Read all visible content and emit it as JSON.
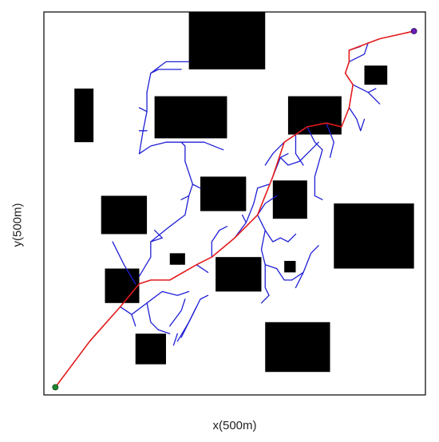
{
  "title": "",
  "xlabel": "x(500m)",
  "ylabel": "y(500m)",
  "colors": {
    "frame": "#000000",
    "obstacle": "#000000",
    "tree": "#1f1fd6",
    "path": "#e31a1c",
    "start": "#1b8a2e",
    "goal": "#6a1fb8"
  },
  "chart_data": {
    "type": "scatter",
    "xlim": [
      0,
      1
    ],
    "ylim": [
      0,
      1
    ],
    "grid": false,
    "start": [
      0.03,
      0.02
    ],
    "goal": [
      0.97,
      0.95
    ],
    "obstacles": [
      [
        0.38,
        0.85,
        0.58,
        1.0
      ],
      [
        0.08,
        0.66,
        0.13,
        0.8
      ],
      [
        0.29,
        0.67,
        0.48,
        0.78
      ],
      [
        0.64,
        0.68,
        0.78,
        0.78
      ],
      [
        0.84,
        0.81,
        0.9,
        0.86
      ],
      [
        0.15,
        0.42,
        0.27,
        0.52
      ],
      [
        0.41,
        0.48,
        0.53,
        0.57
      ],
      [
        0.6,
        0.46,
        0.69,
        0.56
      ],
      [
        0.76,
        0.33,
        0.97,
        0.5
      ],
      [
        0.33,
        0.34,
        0.37,
        0.37
      ],
      [
        0.45,
        0.27,
        0.57,
        0.36
      ],
      [
        0.63,
        0.32,
        0.66,
        0.35
      ],
      [
        0.16,
        0.24,
        0.25,
        0.33
      ],
      [
        0.24,
        0.08,
        0.32,
        0.16
      ],
      [
        0.58,
        0.06,
        0.75,
        0.19
      ]
    ],
    "path": [
      [
        0.03,
        0.02
      ],
      [
        0.12,
        0.14
      ],
      [
        0.2,
        0.23
      ],
      [
        0.25,
        0.29
      ],
      [
        0.28,
        0.3
      ],
      [
        0.33,
        0.3
      ],
      [
        0.4,
        0.34
      ],
      [
        0.44,
        0.36
      ],
      [
        0.5,
        0.41
      ],
      [
        0.56,
        0.47
      ],
      [
        0.6,
        0.57
      ],
      [
        0.63,
        0.66
      ],
      [
        0.66,
        0.68
      ],
      [
        0.69,
        0.7
      ],
      [
        0.74,
        0.71
      ],
      [
        0.78,
        0.7
      ],
      [
        0.8,
        0.75
      ],
      [
        0.81,
        0.81
      ],
      [
        0.79,
        0.84
      ],
      [
        0.8,
        0.87
      ],
      [
        0.8,
        0.9
      ],
      [
        0.88,
        0.93
      ],
      [
        0.97,
        0.95
      ]
    ],
    "tree_branches": [
      [
        [
          0.24,
          0.29
        ],
        [
          0.21,
          0.34
        ],
        [
          0.19,
          0.38
        ],
        [
          0.18,
          0.4
        ]
      ],
      [
        [
          0.25,
          0.31
        ],
        [
          0.28,
          0.36
        ],
        [
          0.28,
          0.4
        ],
        [
          0.31,
          0.41
        ]
      ],
      [
        [
          0.28,
          0.4
        ],
        [
          0.33,
          0.44
        ],
        [
          0.37,
          0.47
        ]
      ],
      [
        [
          0.31,
          0.41
        ],
        [
          0.29,
          0.43
        ]
      ],
      [
        [
          0.37,
          0.47
        ],
        [
          0.38,
          0.52
        ],
        [
          0.39,
          0.55
        ]
      ],
      [
        [
          0.39,
          0.55
        ],
        [
          0.38,
          0.58
        ],
        [
          0.37,
          0.61
        ]
      ],
      [
        [
          0.37,
          0.61
        ],
        [
          0.37,
          0.65
        ],
        [
          0.36,
          0.66
        ]
      ],
      [
        [
          0.36,
          0.66
        ],
        [
          0.32,
          0.66
        ],
        [
          0.28,
          0.65
        ],
        [
          0.25,
          0.63
        ]
      ],
      [
        [
          0.36,
          0.66
        ],
        [
          0.42,
          0.66
        ],
        [
          0.47,
          0.64
        ]
      ],
      [
        [
          0.25,
          0.63
        ],
        [
          0.26,
          0.69
        ],
        [
          0.27,
          0.74
        ],
        [
          0.27,
          0.79
        ]
      ],
      [
        [
          0.27,
          0.79
        ],
        [
          0.28,
          0.84
        ],
        [
          0.3,
          0.85
        ],
        [
          0.36,
          0.85
        ]
      ],
      [
        [
          0.28,
          0.84
        ],
        [
          0.32,
          0.87
        ],
        [
          0.38,
          0.87
        ]
      ],
      [
        [
          0.27,
          0.74
        ],
        [
          0.25,
          0.75
        ]
      ],
      [
        [
          0.27,
          0.69
        ],
        [
          0.25,
          0.69
        ]
      ],
      [
        [
          0.39,
          0.55
        ],
        [
          0.41,
          0.54
        ]
      ],
      [
        [
          0.38,
          0.52
        ],
        [
          0.36,
          0.51
        ]
      ],
      [
        [
          0.2,
          0.23
        ],
        [
          0.23,
          0.21
        ],
        [
          0.24,
          0.18
        ]
      ],
      [
        [
          0.23,
          0.21
        ],
        [
          0.27,
          0.24
        ],
        [
          0.31,
          0.27
        ]
      ],
      [
        [
          0.27,
          0.24
        ],
        [
          0.28,
          0.19
        ],
        [
          0.3,
          0.17
        ]
      ],
      [
        [
          0.3,
          0.17
        ],
        [
          0.33,
          0.16
        ]
      ],
      [
        [
          0.31,
          0.27
        ],
        [
          0.35,
          0.26
        ],
        [
          0.38,
          0.27
        ]
      ],
      [
        [
          0.33,
          0.18
        ],
        [
          0.36,
          0.22
        ],
        [
          0.37,
          0.25
        ]
      ],
      [
        [
          0.35,
          0.14
        ],
        [
          0.38,
          0.19
        ],
        [
          0.4,
          0.23
        ]
      ],
      [
        [
          0.36,
          0.15
        ],
        [
          0.41,
          0.25
        ],
        [
          0.43,
          0.26
        ]
      ],
      [
        [
          0.34,
          0.13
        ],
        [
          0.35,
          0.16
        ]
      ],
      [
        [
          0.44,
          0.36
        ],
        [
          0.44,
          0.4
        ],
        [
          0.46,
          0.43
        ]
      ],
      [
        [
          0.46,
          0.43
        ],
        [
          0.48,
          0.44
        ]
      ],
      [
        [
          0.5,
          0.41
        ],
        [
          0.53,
          0.45
        ],
        [
          0.55,
          0.5
        ]
      ],
      [
        [
          0.55,
          0.5
        ],
        [
          0.56,
          0.54
        ],
        [
          0.59,
          0.55
        ]
      ],
      [
        [
          0.53,
          0.45
        ],
        [
          0.52,
          0.47
        ]
      ],
      [
        [
          0.56,
          0.47
        ],
        [
          0.58,
          0.43
        ],
        [
          0.6,
          0.4
        ],
        [
          0.62,
          0.41
        ]
      ],
      [
        [
          0.58,
          0.43
        ],
        [
          0.57,
          0.38
        ],
        [
          0.58,
          0.34
        ],
        [
          0.61,
          0.33
        ]
      ],
      [
        [
          0.58,
          0.34
        ],
        [
          0.58,
          0.28
        ],
        [
          0.59,
          0.26
        ]
      ],
      [
        [
          0.59,
          0.26
        ],
        [
          0.57,
          0.24
        ]
      ],
      [
        [
          0.61,
          0.33
        ],
        [
          0.63,
          0.3
        ],
        [
          0.65,
          0.3
        ]
      ],
      [
        [
          0.62,
          0.41
        ],
        [
          0.64,
          0.4
        ],
        [
          0.66,
          0.42
        ]
      ],
      [
        [
          0.65,
          0.3
        ],
        [
          0.68,
          0.32
        ],
        [
          0.7,
          0.37
        ],
        [
          0.72,
          0.39
        ]
      ],
      [
        [
          0.68,
          0.32
        ],
        [
          0.66,
          0.28
        ]
      ],
      [
        [
          0.56,
          0.47
        ],
        [
          0.58,
          0.5
        ],
        [
          0.61,
          0.52
        ]
      ],
      [
        [
          0.6,
          0.57
        ],
        [
          0.62,
          0.62
        ],
        [
          0.64,
          0.63
        ]
      ],
      [
        [
          0.62,
          0.62
        ],
        [
          0.64,
          0.6
        ],
        [
          0.67,
          0.61
        ]
      ],
      [
        [
          0.67,
          0.61
        ],
        [
          0.7,
          0.64
        ],
        [
          0.72,
          0.66
        ]
      ],
      [
        [
          0.66,
          0.68
        ],
        [
          0.66,
          0.63
        ],
        [
          0.68,
          0.6
        ]
      ],
      [
        [
          0.69,
          0.7
        ],
        [
          0.71,
          0.66
        ],
        [
          0.73,
          0.64
        ]
      ],
      [
        [
          0.73,
          0.64
        ],
        [
          0.71,
          0.57
        ],
        [
          0.71,
          0.52
        ]
      ],
      [
        [
          0.71,
          0.52
        ],
        [
          0.73,
          0.51
        ]
      ],
      [
        [
          0.74,
          0.71
        ],
        [
          0.76,
          0.66
        ],
        [
          0.75,
          0.62
        ]
      ],
      [
        [
          0.8,
          0.75
        ],
        [
          0.82,
          0.72
        ],
        [
          0.83,
          0.69
        ]
      ],
      [
        [
          0.83,
          0.69
        ],
        [
          0.84,
          0.72
        ]
      ],
      [
        [
          0.81,
          0.81
        ],
        [
          0.85,
          0.79
        ],
        [
          0.87,
          0.8
        ]
      ],
      [
        [
          0.85,
          0.79
        ],
        [
          0.88,
          0.76
        ]
      ],
      [
        [
          0.8,
          0.87
        ],
        [
          0.84,
          0.89
        ],
        [
          0.85,
          0.92
        ]
      ],
      [
        [
          0.8,
          0.9
        ],
        [
          0.83,
          0.91
        ]
      ],
      [
        [
          0.63,
          0.66
        ],
        [
          0.6,
          0.63
        ],
        [
          0.58,
          0.6
        ]
      ],
      [
        [
          0.4,
          0.34
        ],
        [
          0.43,
          0.32
        ]
      ]
    ]
  }
}
